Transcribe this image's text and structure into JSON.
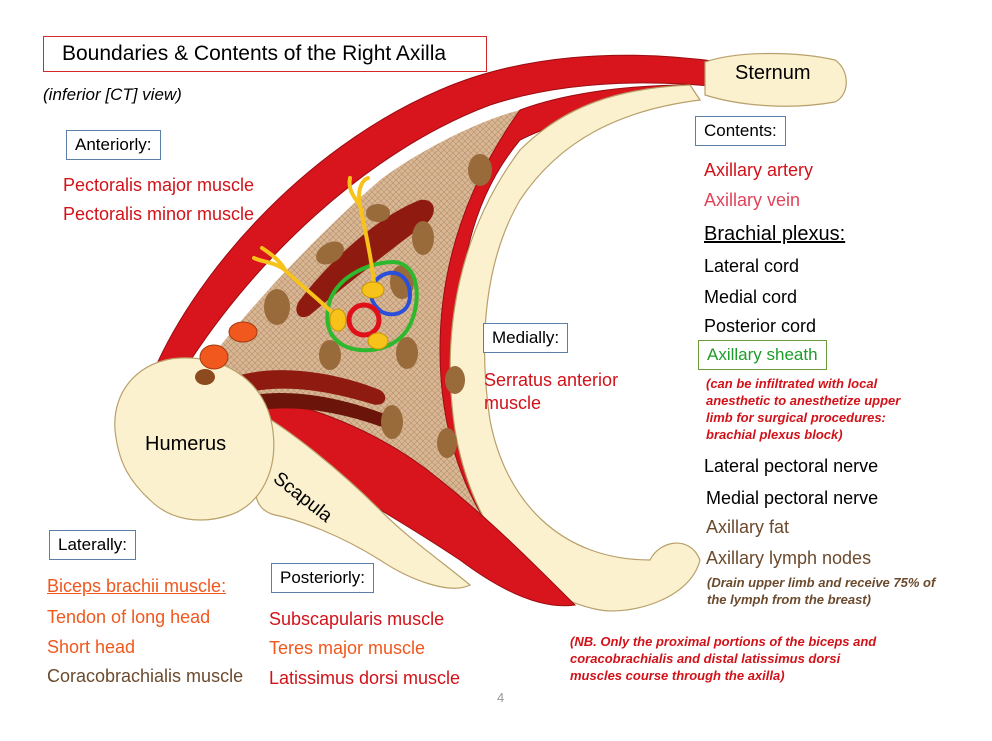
{
  "title": "Boundaries & Contents of the Right Axilla",
  "subtitle": "(inferior [CT] view)",
  "anterior": {
    "heading": "Anteriorly:",
    "items": [
      "Pectoralis major muscle",
      "Pectoralis minor muscle"
    ]
  },
  "medial": {
    "heading": "Medially:",
    "items": [
      "Serratus anterior",
      "muscle"
    ]
  },
  "lateral": {
    "heading": "Laterally:",
    "items": [
      "Biceps brachii muscle:",
      "Tendon of long head",
      "Short head",
      "Coracobrachialis muscle"
    ]
  },
  "posterior": {
    "heading": "Posteriorly:",
    "items": [
      "Subscapularis muscle",
      "Teres major muscle",
      "Latissimus dorsi muscle"
    ]
  },
  "contents": {
    "heading": "Contents:",
    "artery": "Axillary artery",
    "vein": "Axillary vein",
    "plexus": "Brachial plexus:",
    "cords": [
      "Lateral cord",
      "Medial cord",
      "Posterior cord"
    ],
    "sheath": "Axillary sheath",
    "sheath_note": "(can be infiltrated with local anesthetic to anesthetize upper limb for surgical procedures: brachial plexus block)",
    "lateral_pectoral": "Lateral pectoral nerve",
    "medial_pectoral": "Medial pectoral nerve",
    "fat": "Axillary fat",
    "nodes": "Axillary lymph nodes",
    "nodes_note": "(Drain upper limb and receive 75% of the lymph from the breast)"
  },
  "labels": {
    "sternum": "Sternum",
    "humerus": "Humerus",
    "scapula": "Scapula"
  },
  "nb_note": "(NB. Only the proximal portions of the biceps and coracobrachialis and distal latissimus dorsi muscles course through the axilla)",
  "page_number": "4",
  "colors": {
    "muscle_red": "#d8141c",
    "dark_muscle": "#8e1a10",
    "bone": "#fbf1cf",
    "fat": "#d9b694",
    "lymph_node": "#9a6b3a",
    "nerve": "#f7c21a",
    "artery": "#e0101a",
    "vein": "#2a4fd8",
    "sheath": "#2eb82e"
  }
}
